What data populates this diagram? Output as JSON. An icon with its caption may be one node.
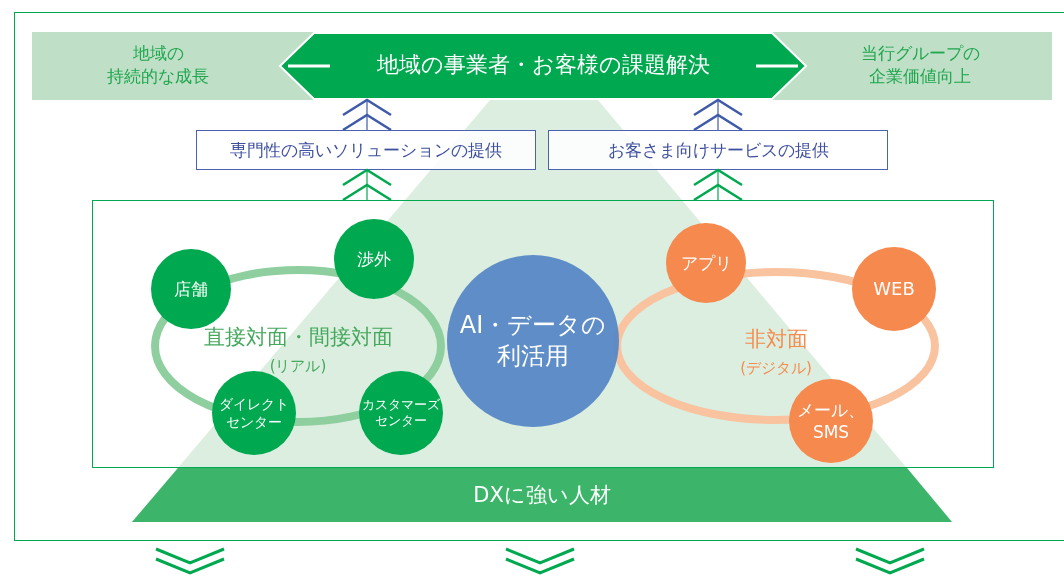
{
  "diagram": {
    "nodes": [
      {
        "text": [
          "地域の持続的な成長",
          "当行グループの企業価値向上"
        ]
      },
      {
        "text": [
          "地域の事業者・お客様の課題解決"
        ],
        "in": 0
      },
      {
        "text": [
          "専門性の高いソリューションの提供"
        ]
      },
      {
        "text": [
          "お客さま向けサービスの提供"
        ]
      },
      {
        "text": [],
        "shape": "box"
      },
      {
        "text": [
          "直接対面・間接対面",
          "(リアル)"
        ],
        "in": 4
      },
      {
        "text": [
          "店舗"
        ],
        "in": 4
      },
      {
        "text": [
          "渉外"
        ],
        "in": 4
      },
      {
        "text": [
          "ダイレクトセンター"
        ],
        "in": 4
      },
      {
        "text": [
          "カスタマーズセンター"
        ],
        "in": 4
      },
      {
        "text": [
          "AI・データの利活用"
        ],
        "in": 4
      },
      {
        "text": [
          "非対面",
          "(デジタル)"
        ],
        "in": 4
      },
      {
        "text": [
          "アプリ"
        ],
        "in": 4
      },
      {
        "text": [
          "WEB"
        ],
        "in": 4
      },
      {
        "text": [
          "メール、SMS"
        ],
        "in": 4
      },
      {
        "text": [
          "DXに強い人材"
        ]
      }
    ],
    "edges": [
      {
        "from": 2,
        "to": 1,
        "arrow": "to",
        "color": "#3f5aa8"
      },
      {
        "from": 3,
        "to": 1,
        "arrow": "to",
        "color": "#3f5aa8"
      },
      {
        "from": 4,
        "to": 2,
        "arrow": "to"
      },
      {
        "from": 4,
        "to": 3,
        "arrow": "to"
      }
    ]
  }
}
